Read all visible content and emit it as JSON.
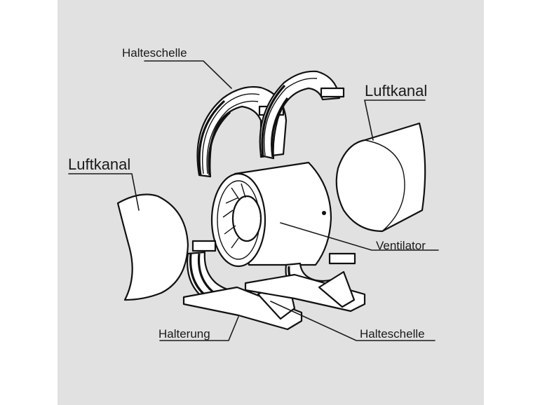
{
  "labels": {
    "halteschelle_top": "Halteschelle",
    "luftkanal_right": "Luftkanal",
    "luftkanal_left": "Luftkanal",
    "ventilator": "Ventilator",
    "halterung": "Halterung",
    "halteschelle_bottom": "Halteschelle"
  },
  "colors": {
    "panel": "#e1e1e1",
    "background": "#ffffff",
    "line": "#111111",
    "part_fill": "#ffffff"
  }
}
